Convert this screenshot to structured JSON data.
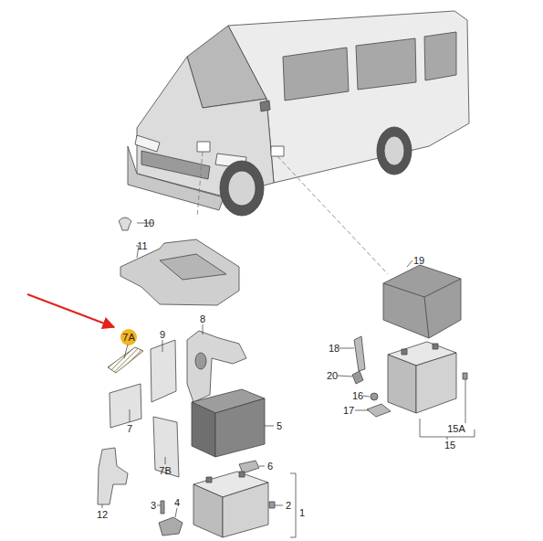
{
  "diagram": {
    "labels": [
      "10",
      "11",
      "7A",
      "9",
      "8",
      "19",
      "18",
      "20",
      "5",
      "16",
      "17",
      "15A",
      "15",
      "7",
      "6",
      "7B",
      "12",
      "3",
      "4",
      "2",
      "1"
    ]
  }
}
